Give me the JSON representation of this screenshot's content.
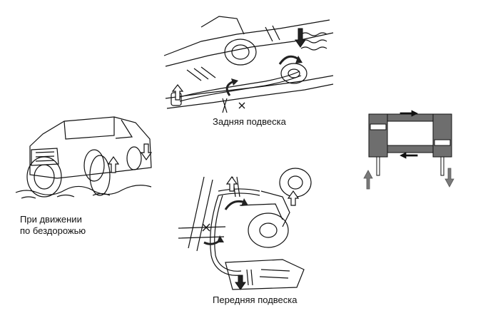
{
  "labels": {
    "rear_suspension": "Задняя подвеска",
    "front_suspension": "Передняя подвеска",
    "offroad_line1": "При движении",
    "offroad_line2": "по бездорожью"
  },
  "icons": {
    "up": "up-arrow-icon",
    "down": "down-arrow-icon",
    "right": "right-arrow-icon",
    "left": "left-arrow-icon",
    "rotation": "rotation-arrow-icon",
    "lock_mark": "x-mark-icon"
  },
  "colors": {
    "line": "#111111",
    "cylinder_gray": "#6e6e6e",
    "arrow_gray": "#7a7a7a",
    "background": "#ffffff"
  }
}
